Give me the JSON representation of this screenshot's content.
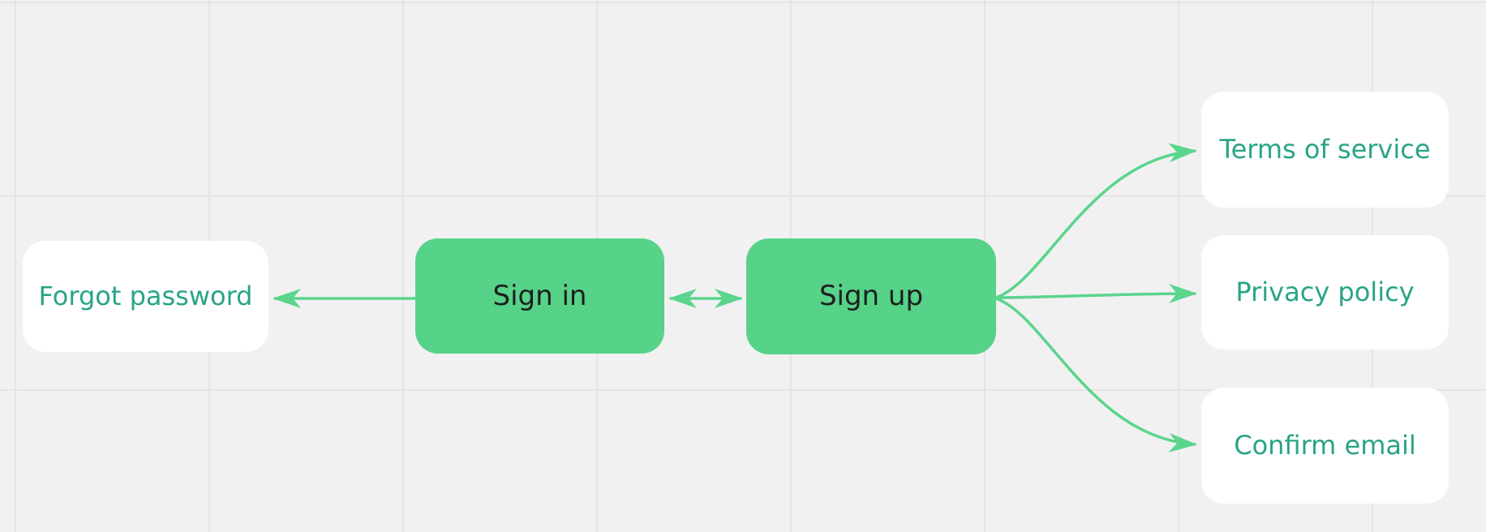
{
  "diagram": {
    "nodes": {
      "forgot_password": {
        "label": "Forgot password",
        "style": "white"
      },
      "sign_in": {
        "label": "Sign in",
        "style": "green"
      },
      "sign_up": {
        "label": "Sign up",
        "style": "green"
      },
      "terms_of_service": {
        "label": "Terms of service",
        "style": "white"
      },
      "privacy_policy": {
        "label": "Privacy policy",
        "style": "white"
      },
      "confirm_email": {
        "label": "Confirm email",
        "style": "white"
      }
    },
    "edges": [
      {
        "from": "sign_in",
        "to": "forgot_password",
        "arrow": "single"
      },
      {
        "from": "sign_in",
        "to": "sign_up",
        "arrow": "double"
      },
      {
        "from": "sign_up",
        "to": "terms_of_service",
        "arrow": "single"
      },
      {
        "from": "sign_up",
        "to": "privacy_policy",
        "arrow": "single"
      },
      {
        "from": "sign_up",
        "to": "confirm_email",
        "arrow": "single"
      }
    ],
    "colors": {
      "node_green": "#56d289",
      "arrow_green": "#5ad58c",
      "teal_text": "#29a486",
      "dark_text": "#1d1f1e",
      "node_white": "#ffffff",
      "canvas_background": "#f1f1f2",
      "grid_line": "#e5e5e6"
    }
  }
}
